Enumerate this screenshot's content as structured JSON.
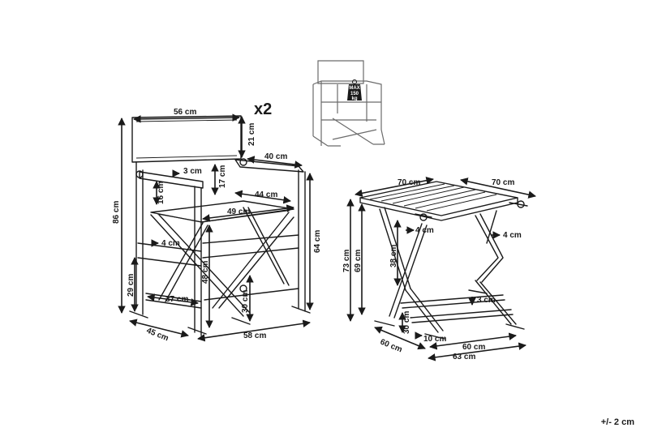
{
  "multiplier": "x2",
  "tolerance": "+/- 2 cm",
  "max_load": {
    "line1": "MAX",
    "line2": "150",
    "line3": "kg"
  },
  "chair": {
    "back_width": "56 cm",
    "back_height": "21 cm",
    "arm_length": "40 cm",
    "arm_gap": "3 cm",
    "back_seat_gap": "17 cm",
    "armrest_height": "16 cm",
    "seat_depth": "44 cm",
    "seat_width": "49 cm",
    "total_height": "86 cm",
    "leg_bar": "4 cm",
    "seat_height": "48 cm",
    "front_height": "64 cm",
    "lower_height": "29 cm",
    "footrest": "37 cm",
    "ground_clearance": "30 cm",
    "side_depth": "45 cm",
    "base_width": "58 cm"
  },
  "table": {
    "top_width": "70 cm",
    "top_depth": "70 cm",
    "leg_bar": "4 cm",
    "total_height": "73 cm",
    "inner_height": "69 cm",
    "upper_leg": "38 cm",
    "bar_gap": "3 cm",
    "lower_leg": "30 cm",
    "bottom_gap": "10 cm",
    "side_depth": "60 cm",
    "base_width": "60 cm",
    "base_depth": "63 cm"
  }
}
